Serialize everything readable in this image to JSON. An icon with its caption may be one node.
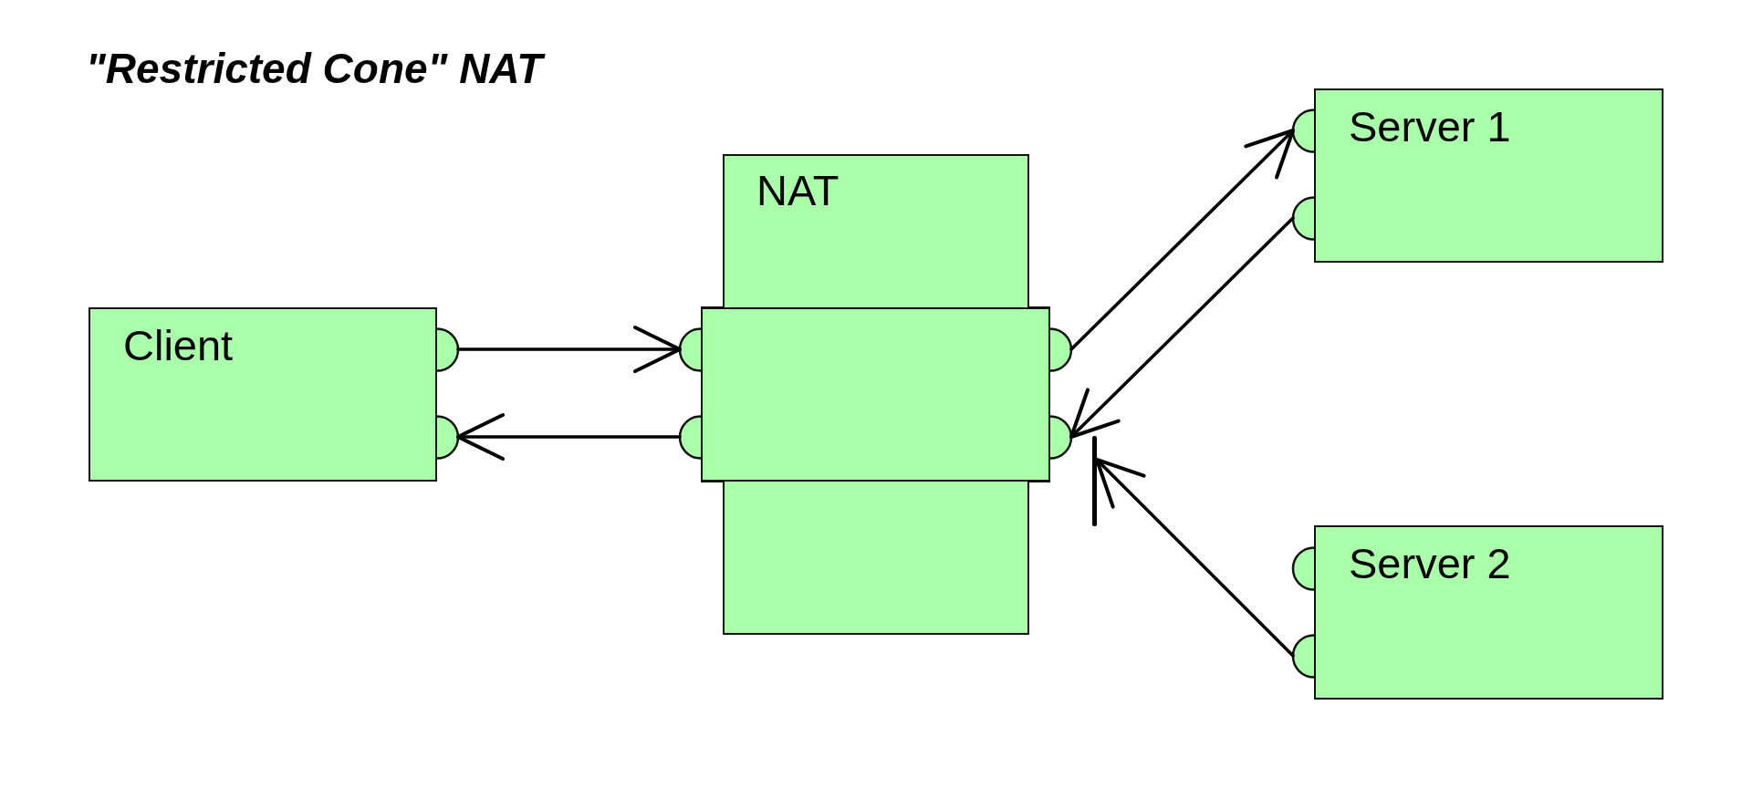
{
  "diagram": {
    "title": "\"Restricted Cone\" NAT",
    "nodes": [
      {
        "text": [
          "Client"
        ]
      },
      {
        "text": [],
        "shape": "semicircle"
      },
      {
        "text": [],
        "shape": "semicircle"
      },
      {
        "text": [
          "NAT"
        ]
      },
      {
        "text": [],
        "shape": "box",
        "in": 3
      },
      {
        "text": [],
        "shape": "semicircle"
      },
      {
        "text": [],
        "shape": "semicircle"
      },
      {
        "text": [],
        "shape": "semicircle"
      },
      {
        "text": [],
        "shape": "semicircle"
      },
      {
        "text": [
          "Server 1"
        ]
      },
      {
        "text": [],
        "shape": "semicircle"
      },
      {
        "text": [],
        "shape": "semicircle"
      },
      {
        "text": [
          "Server 2"
        ]
      },
      {
        "text": [],
        "shape": "semicircle"
      },
      {
        "text": [],
        "shape": "semicircle"
      },
      {
        "text": [],
        "shape": "bar"
      }
    ],
    "edges": [
      {
        "from": 1,
        "to": 5,
        "arrow": "to"
      },
      {
        "from": 6,
        "to": 2,
        "arrow": "to"
      },
      {
        "from": 7,
        "to": 10,
        "arrow": "to"
      },
      {
        "from": 11,
        "to": 8,
        "arrow": "to"
      },
      {
        "from": 14,
        "to": 15,
        "arrow": "to"
      }
    ]
  }
}
